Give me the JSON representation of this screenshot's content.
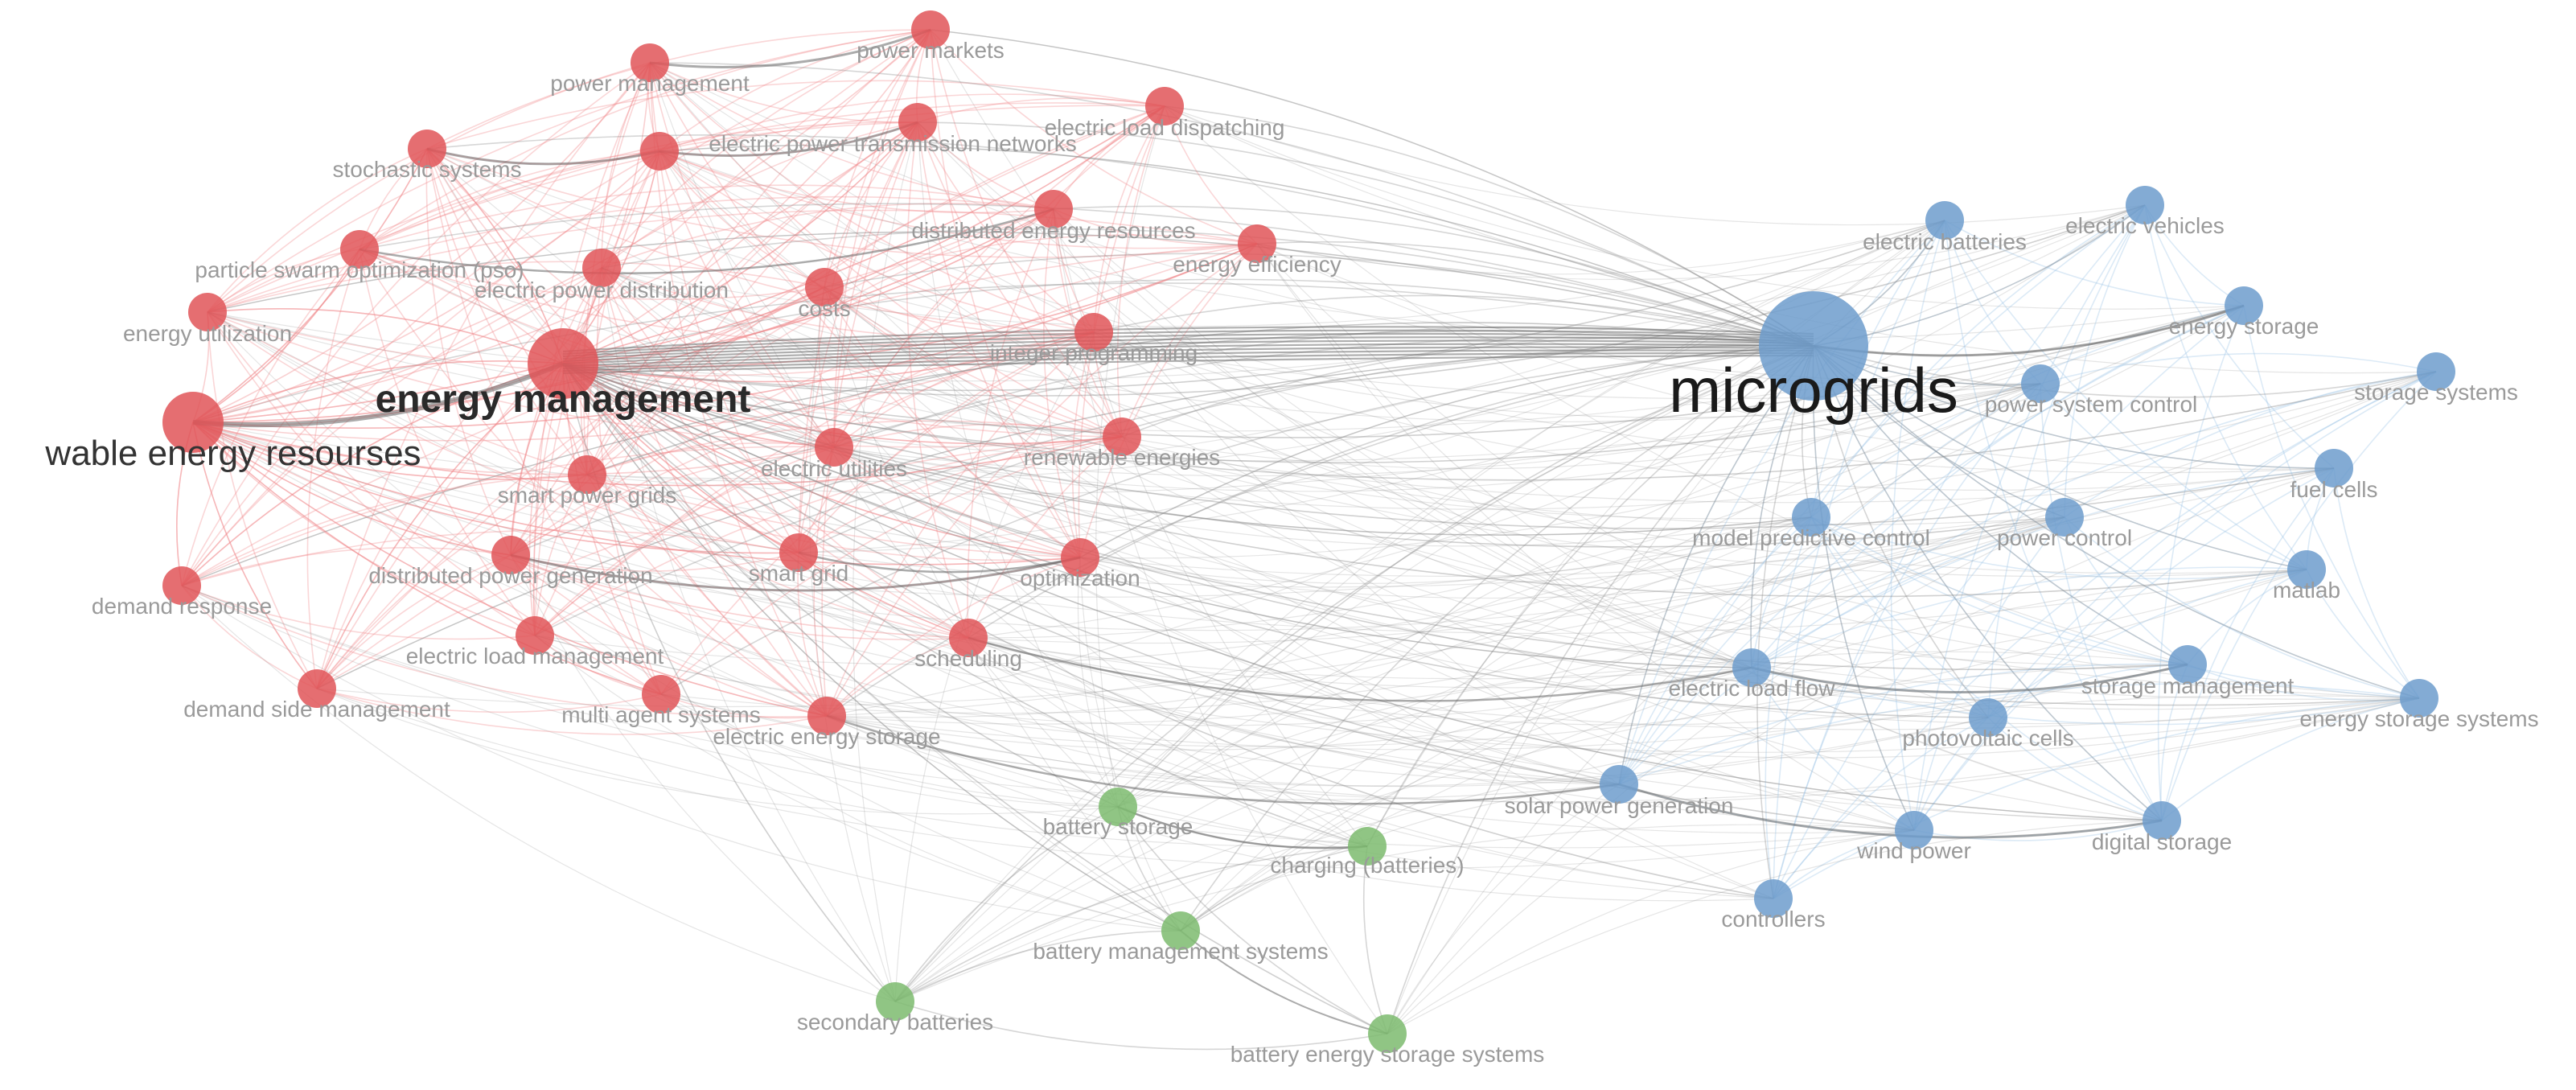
{
  "diagram": {
    "type": "keyword co-occurrence network",
    "colors": {
      "cluster_red": "#e05558",
      "cluster_blue": "#6d9ccc",
      "cluster_green": "#7dbb6f",
      "edge_grey": "#8a8a8a",
      "edge_red": "#f08a8c",
      "edge_blue": "#9cc2e6",
      "label_grey": "#9a9a9a"
    },
    "nodes": [
      {
        "id": "microgrids",
        "label": "microgrids",
        "cluster": "blue",
        "weight": 10,
        "emphasis": "big"
      },
      {
        "id": "energy_management",
        "label": "energy management",
        "cluster": "red",
        "weight": 6,
        "emphasis": "bold"
      },
      {
        "id": "renewable_energy_resources",
        "label": "wable energy resourses",
        "cluster": "red",
        "weight": 5,
        "emphasis": "mid"
      },
      {
        "id": "power_markets",
        "label": "power markets",
        "cluster": "red",
        "weight": 1
      },
      {
        "id": "power_management",
        "label": "power management",
        "cluster": "red",
        "weight": 1
      },
      {
        "id": "electric_load_dispatching",
        "label": "electric load dispatching",
        "cluster": "red",
        "weight": 1
      },
      {
        "id": "stochastic_systems",
        "label": "stochastic systems",
        "cluster": "red",
        "weight": 1
      },
      {
        "id": "electric_power_transmission_networks",
        "label": "electric power transmission networks",
        "cluster": "red",
        "weight": 1
      },
      {
        "id": "integer_programming_top",
        "label": "",
        "cluster": "red",
        "weight": 1
      },
      {
        "id": "distributed_energy_resources",
        "label": "distributed energy resources",
        "cluster": "red",
        "weight": 1
      },
      {
        "id": "energy_efficiency",
        "label": "energy efficiency",
        "cluster": "red",
        "weight": 1
      },
      {
        "id": "particle_swarm_optimization",
        "label": "particle swarm optimization (pso)",
        "cluster": "red",
        "weight": 1
      },
      {
        "id": "electric_power_distribution",
        "label": "electric power distribution",
        "cluster": "red",
        "weight": 1
      },
      {
        "id": "costs",
        "label": "costs",
        "cluster": "red",
        "weight": 1
      },
      {
        "id": "energy_utilization",
        "label": "energy utilization",
        "cluster": "red",
        "weight": 1
      },
      {
        "id": "integer_programming",
        "label": "integer programming",
        "cluster": "red",
        "weight": 1
      },
      {
        "id": "renewable_energies",
        "label": "renewable energies",
        "cluster": "red",
        "weight": 1
      },
      {
        "id": "electric_utilities",
        "label": "electric utilities",
        "cluster": "red",
        "weight": 1
      },
      {
        "id": "smart_power_grids",
        "label": "smart power grids",
        "cluster": "red",
        "weight": 1
      },
      {
        "id": "distributed_power_generation",
        "label": "distributed power generation",
        "cluster": "red",
        "weight": 1
      },
      {
        "id": "smart_grid",
        "label": "smart grid",
        "cluster": "red",
        "weight": 1
      },
      {
        "id": "optimization",
        "label": "optimization",
        "cluster": "red",
        "weight": 1
      },
      {
        "id": "demand_response",
        "label": "demand response",
        "cluster": "red",
        "weight": 1
      },
      {
        "id": "electric_load_management",
        "label": "electric load management",
        "cluster": "red",
        "weight": 1
      },
      {
        "id": "scheduling",
        "label": "scheduling",
        "cluster": "red",
        "weight": 1
      },
      {
        "id": "demand_side_management",
        "label": "demand side management",
        "cluster": "red",
        "weight": 1
      },
      {
        "id": "multi_agent_systems",
        "label": "multi agent systems",
        "cluster": "red",
        "weight": 1
      },
      {
        "id": "electric_energy_storage",
        "label": "electric energy storage",
        "cluster": "red",
        "weight": 1
      },
      {
        "id": "electric_batteries",
        "label": "electric batteries",
        "cluster": "blue",
        "weight": 1
      },
      {
        "id": "electric_vehicles",
        "label": "electric vehicles",
        "cluster": "blue",
        "weight": 1
      },
      {
        "id": "energy_storage",
        "label": "energy storage",
        "cluster": "blue",
        "weight": 1
      },
      {
        "id": "storage_systems",
        "label": "storage systems",
        "cluster": "blue",
        "weight": 1
      },
      {
        "id": "power_system_control",
        "label": "power system control",
        "cluster": "blue",
        "weight": 1
      },
      {
        "id": "fuel_cells",
        "label": "fuel cells",
        "cluster": "blue",
        "weight": 1
      },
      {
        "id": "model_predictive_control",
        "label": "model predictive control",
        "cluster": "blue",
        "weight": 1
      },
      {
        "id": "power_control",
        "label": "power control",
        "cluster": "blue",
        "weight": 1
      },
      {
        "id": "matlab",
        "label": "matlab",
        "cluster": "blue",
        "weight": 1
      },
      {
        "id": "electric_load_flow",
        "label": "electric load flow",
        "cluster": "blue",
        "weight": 1
      },
      {
        "id": "storage_management",
        "label": "storage management",
        "cluster": "blue",
        "weight": 1
      },
      {
        "id": "energy_storage_systems",
        "label": "energy storage systems",
        "cluster": "blue",
        "weight": 1
      },
      {
        "id": "photovoltaic_cells",
        "label": "photovoltaic cells",
        "cluster": "blue",
        "weight": 1
      },
      {
        "id": "solar_power_generation",
        "label": "solar power generation",
        "cluster": "blue",
        "weight": 1
      },
      {
        "id": "wind_power",
        "label": "wind power",
        "cluster": "blue",
        "weight": 1
      },
      {
        "id": "digital_storage",
        "label": "digital storage",
        "cluster": "blue",
        "weight": 1
      },
      {
        "id": "controllers",
        "label": "controllers",
        "cluster": "blue",
        "weight": 1
      },
      {
        "id": "battery_storage",
        "label": "battery storage",
        "cluster": "green",
        "weight": 1
      },
      {
        "id": "charging_batteries",
        "label": "charging (batteries)",
        "cluster": "green",
        "weight": 1
      },
      {
        "id": "battery_management_systems",
        "label": "battery management systems",
        "cluster": "green",
        "weight": 1
      },
      {
        "id": "secondary_batteries",
        "label": "secondary batteries",
        "cluster": "green",
        "weight": 1
      },
      {
        "id": "battery_energy_storage_systems",
        "label": "battery energy storage systems",
        "cluster": "green",
        "weight": 1
      }
    ]
  }
}
